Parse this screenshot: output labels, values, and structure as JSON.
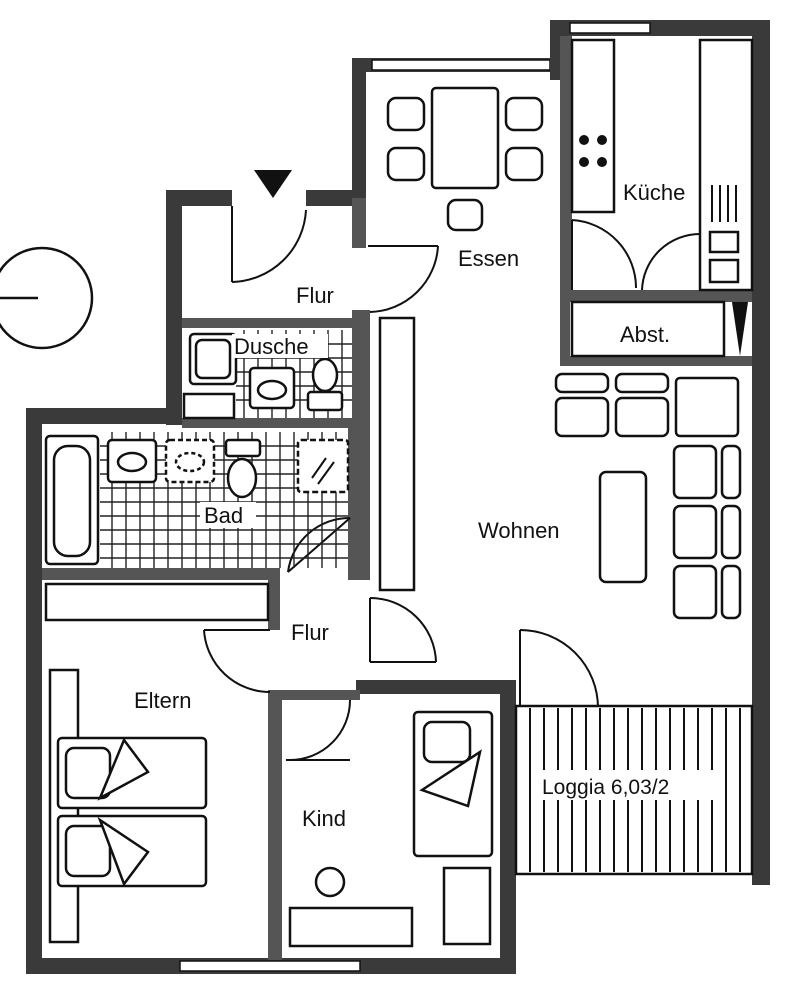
{
  "rooms": {
    "flur_top": "Flur",
    "dusche": "Dusche",
    "essen": "Essen",
    "kueche": "Küche",
    "abst": "Abst.",
    "bad": "Bad",
    "wohnen": "Wohnen",
    "flur_mid": "Flur",
    "eltern": "Eltern",
    "kind": "Kind",
    "loggia": "Loggia 6,03/2"
  },
  "colors": {
    "wall": "#3a3a3a",
    "line": "#111111",
    "background": "#ffffff"
  },
  "icons": [
    "entrance-arrow-icon",
    "north-compass-icon"
  ]
}
